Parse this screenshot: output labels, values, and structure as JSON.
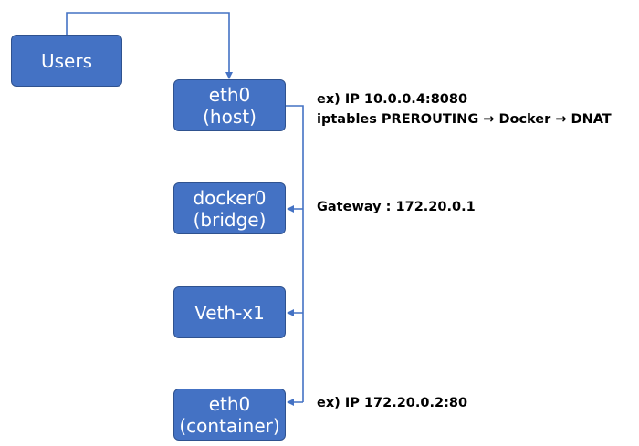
{
  "nodes": {
    "users": {
      "line1": "Users"
    },
    "eth0_host": {
      "line1": "eth0",
      "line2": "(host)"
    },
    "docker0": {
      "line1": "docker0",
      "line2": "(bridge)"
    },
    "veth": {
      "line1": "Veth-x1"
    },
    "eth0_container": {
      "line1": "eth0",
      "line2": "(container)"
    }
  },
  "annotations": {
    "host_ip": "ex) IP 10.0.0.4:8080",
    "iptables": "iptables PREROUTING → Docker → DNAT",
    "gateway": "Gateway : 172.20.0.1",
    "container_ip": "ex) IP 172.20.0.2:80"
  },
  "colors": {
    "node_fill": "#4472c4",
    "node_border": "#2f528f",
    "connector": "#4472c4"
  }
}
